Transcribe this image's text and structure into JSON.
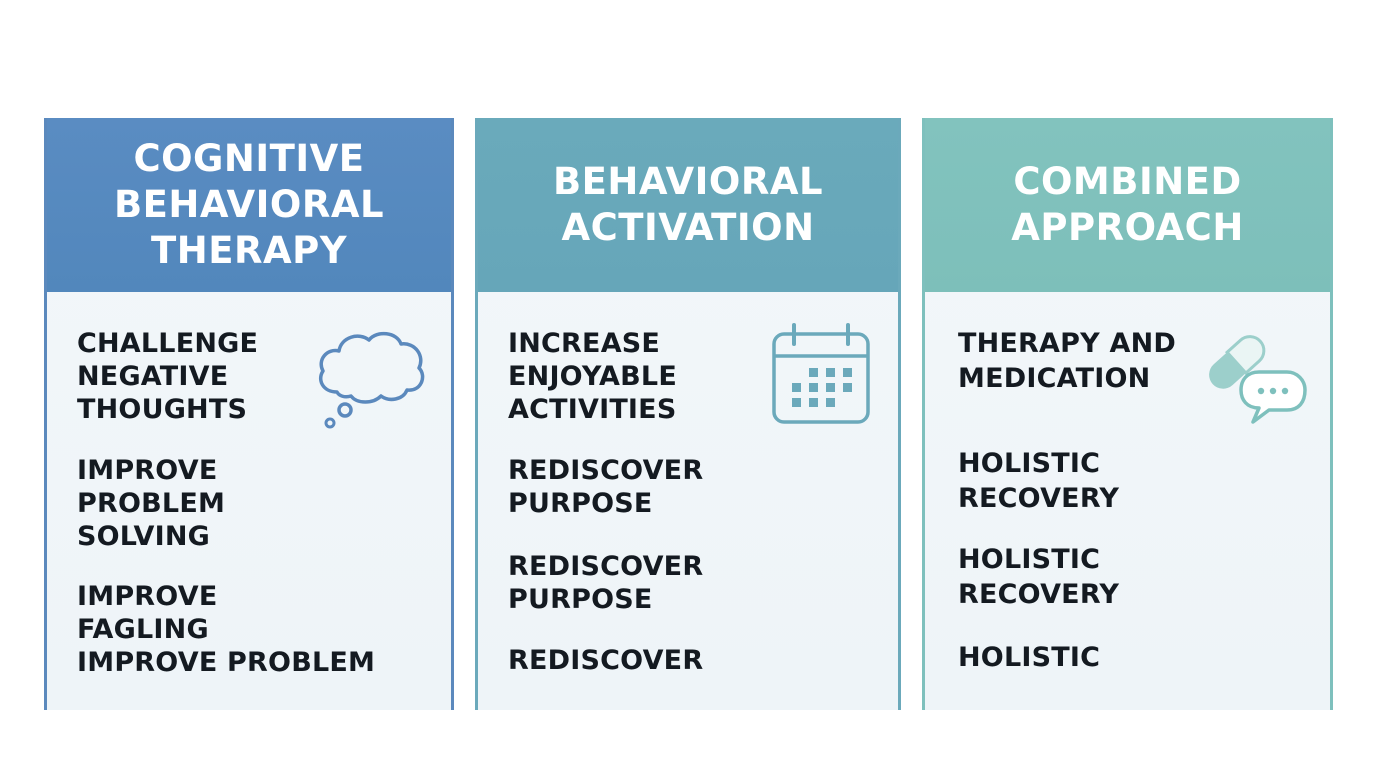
{
  "columns": [
    {
      "id": "cbt",
      "title": "COGNITIVE\nBEHAVIORAL\nTHERAPY",
      "accent": "#5a8cc2",
      "icon": "thought-bubble-icon",
      "items": [
        "CHALLENGE\nNEGATIVE\nTHOUGHTS",
        "IMPROVE\nPROBLEM\nSOLVING",
        "IMPROVE\nFAGLING\nIMPROVE PROBLEM"
      ]
    },
    {
      "id": "ba",
      "title": "BEHAVIORAL\nACTIVATION",
      "accent": "#6aaabb",
      "icon": "calendar-icon",
      "items": [
        "INCREASE\nENJOYABLE\nACTIVITIES",
        "REDISCOVER\nPURPOSE",
        "REDISCOVER\nPURPOSE",
        "REDISCOVER"
      ]
    },
    {
      "id": "ca",
      "title": "COMBINED\nAPPROACH",
      "accent": "#82c3be",
      "icon": "pill-and-chat-icon",
      "items": [
        "THERAPY AND\nMEDICATION",
        "HOLISTIC\nRECOVERY",
        "HOLISTIC\nRECOVERY",
        "HOLISTIC"
      ]
    }
  ]
}
